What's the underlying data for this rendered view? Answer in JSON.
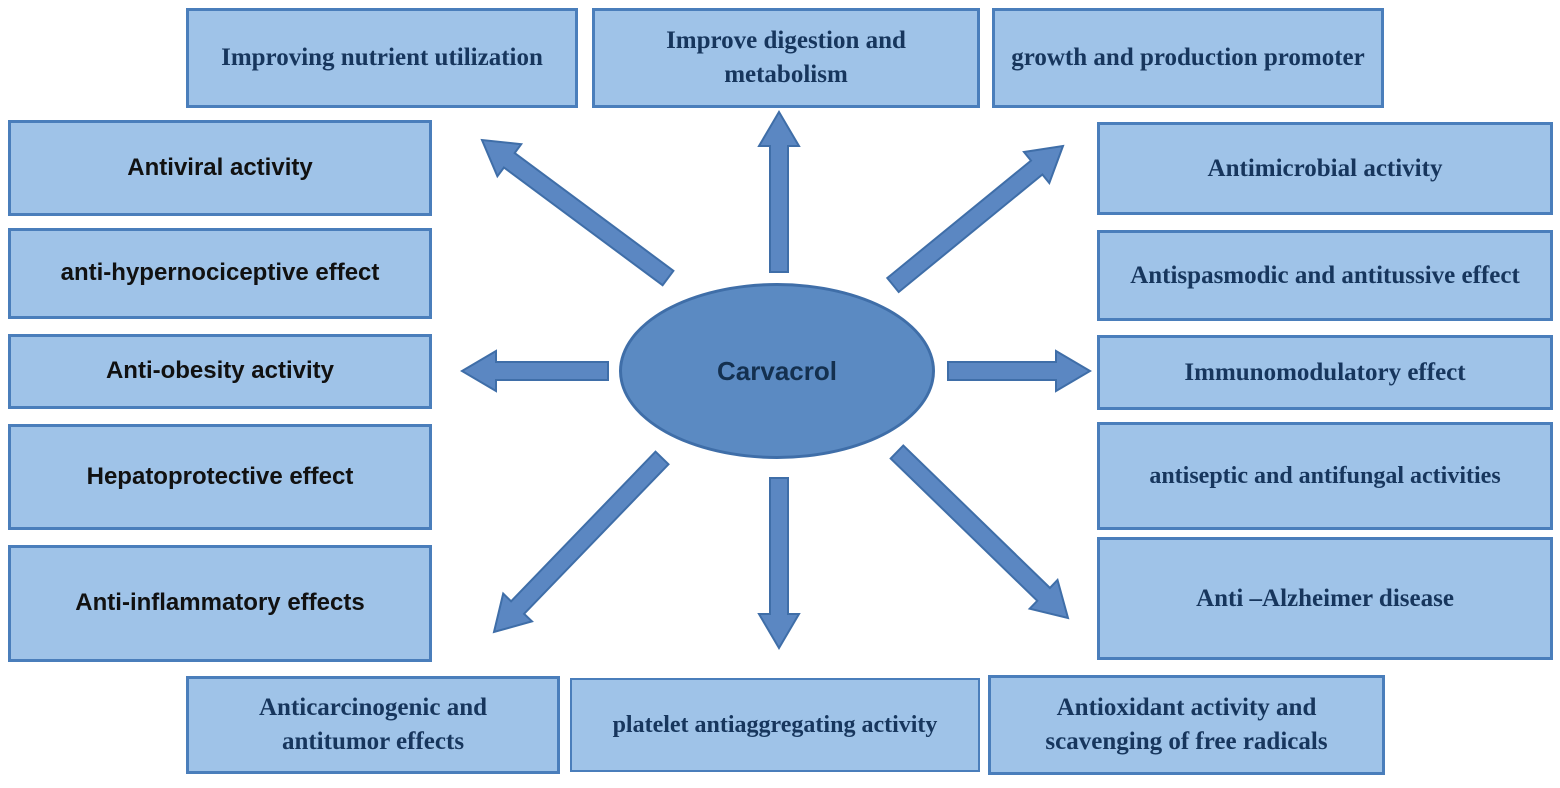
{
  "diagram": {
    "center": {
      "label": "Carvacrol"
    },
    "top_boxes": [
      {
        "label": "Improving nutrient utilization"
      },
      {
        "label": "Improve digestion and metabolism"
      },
      {
        "label": "growth and production promoter"
      }
    ],
    "left_boxes": [
      {
        "label": "Antiviral activity"
      },
      {
        "label": "anti-hypernociceptive effect"
      },
      {
        "label": "Anti-obesity activity"
      },
      {
        "label": "Hepatoprotective effect"
      },
      {
        "label": "Anti-inflammatory effects"
      }
    ],
    "right_boxes": [
      {
        "label": "Antimicrobial activity"
      },
      {
        "label": "Antispasmodic and antitussive effect"
      },
      {
        "label": "Immunomodulatory effect"
      },
      {
        "label": "antiseptic and antifungal activities"
      },
      {
        "label": "Anti –Alzheimer disease"
      }
    ],
    "bottom_boxes": [
      {
        "label": "Anticarcinogenic and antitumor effects"
      },
      {
        "label": "platelet antiaggregating activity"
      },
      {
        "label": "Antioxidant activity and scavenging of free radicals"
      }
    ],
    "colors": {
      "box_fill": "#9fc3e8",
      "box_border": "#4a7ebb",
      "ellipse_fill": "#5b8ac2",
      "ellipse_border": "#3f6ea8",
      "arrow_fill": "#5b87c2",
      "arrow_border": "#3f6ea8",
      "text_serif": "#17365d",
      "text_sans": "#111111"
    }
  }
}
